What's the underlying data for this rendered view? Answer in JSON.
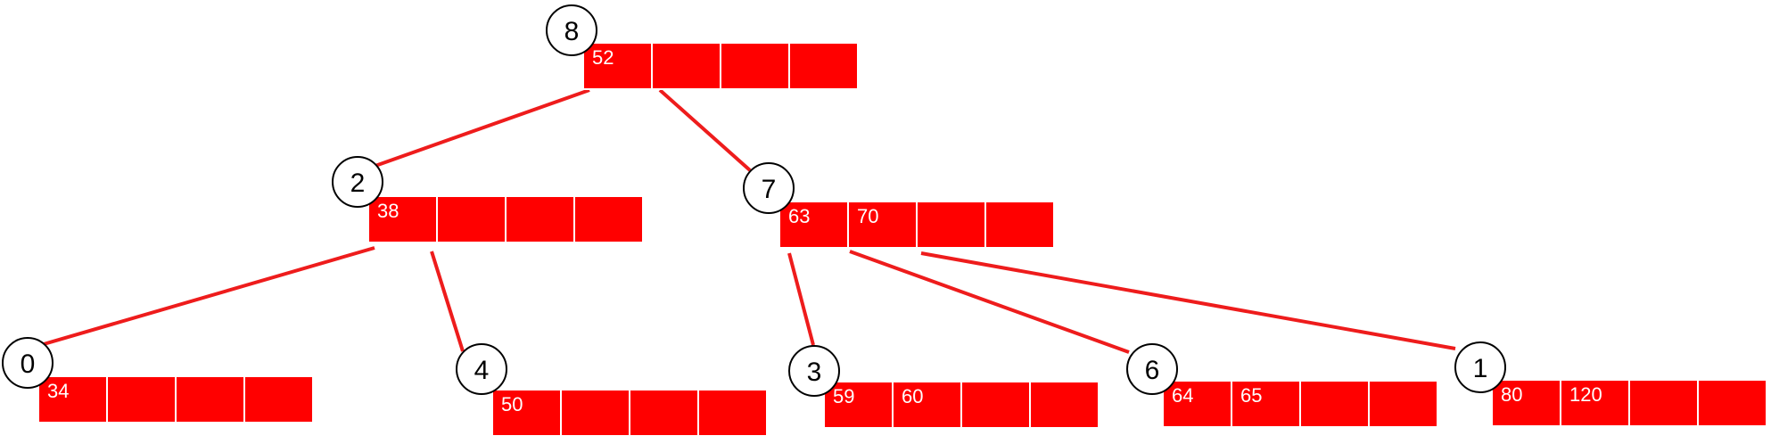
{
  "colors": {
    "node_fill": "#ff0000",
    "edge": "#ee1c1c",
    "cell_text": "#ffffff",
    "circle_stroke": "#000000"
  },
  "nodes": [
    {
      "id": "8",
      "keys": [
        "52",
        "",
        "",
        ""
      ]
    },
    {
      "id": "2",
      "keys": [
        "38",
        "",
        "",
        ""
      ]
    },
    {
      "id": "7",
      "keys": [
        "63",
        "70",
        "",
        ""
      ]
    },
    {
      "id": "0",
      "keys": [
        "34",
        "",
        "",
        ""
      ]
    },
    {
      "id": "4",
      "keys": [
        "50",
        "",
        "",
        ""
      ]
    },
    {
      "id": "3",
      "keys": [
        "59",
        "60",
        "",
        ""
      ]
    },
    {
      "id": "6",
      "keys": [
        "64",
        "65",
        "",
        ""
      ]
    },
    {
      "id": "1",
      "keys": [
        "80",
        "120",
        "",
        ""
      ]
    }
  ],
  "edges": [
    {
      "from": "8",
      "to": "2"
    },
    {
      "from": "8",
      "to": "7"
    },
    {
      "from": "2",
      "to": "0"
    },
    {
      "from": "2",
      "to": "4"
    },
    {
      "from": "7",
      "to": "3"
    },
    {
      "from": "7",
      "to": "6"
    },
    {
      "from": "7",
      "to": "1"
    }
  ]
}
